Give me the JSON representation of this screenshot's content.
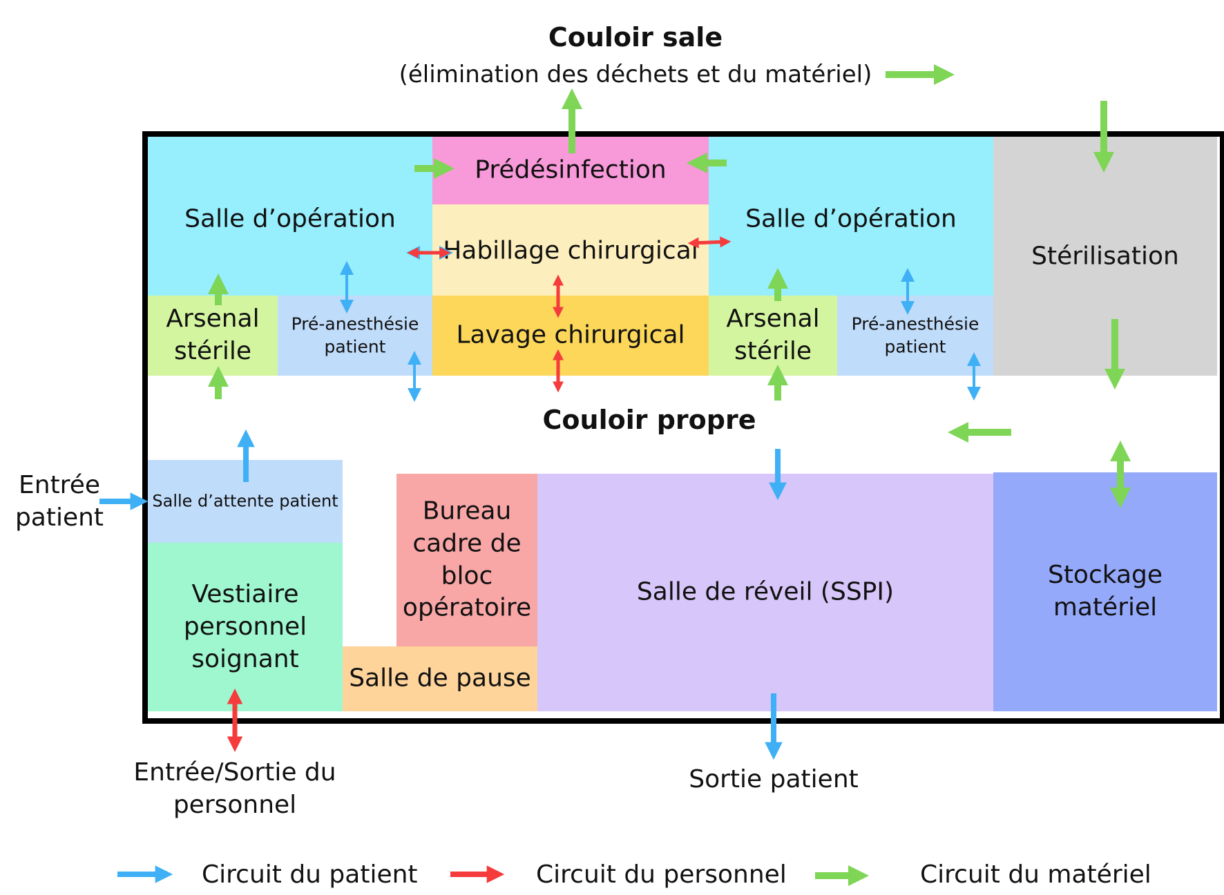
{
  "title": {
    "main": "Couloir sale",
    "sub": "(élimination des déchets et du matériel)"
  },
  "rooms": {
    "predesinfection": "Prédésinfection",
    "salle_op_left": "Salle d’opération",
    "salle_op_right": "Salle d’opération",
    "habillage": "Habillage chirurgical",
    "lavage": "Lavage chirurgical",
    "arsenal_left_1": "Arsenal",
    "arsenal_left_2": "stérile",
    "arsenal_right_1": "Arsenal",
    "arsenal_right_2": "stérile",
    "preanest_left_1": "Pré-anesthésie",
    "preanest_left_2": "patient",
    "preanest_right_1": "Pré-anesthésie",
    "preanest_right_2": "patient",
    "sterilisation": "Stérilisation",
    "couloir_propre": "Couloir propre",
    "salle_attente": "Salle d’attente patient",
    "vestiaire_1": "Vestiaire",
    "vestiaire_2": "personnel",
    "vestiaire_3": "soignant",
    "bureau_1": "Bureau",
    "bureau_2": "cadre de",
    "bureau_3": "bloc",
    "bureau_4": "opératoire",
    "pause": "Salle de pause",
    "reveil": "Salle de réveil (SSPI)",
    "stockage": "Stockage matériel"
  },
  "outside": {
    "entree_patient_1": "Entrée",
    "entree_patient_2": "patient",
    "entree_sortie_1": "Entrée/Sortie du",
    "entree_sortie_2": "personnel",
    "sortie_patient": "Sortie patient"
  },
  "legend": {
    "patient": "Circuit du patient",
    "personnel": "Circuit du personnel",
    "materiel": "Circuit du matériel"
  },
  "colors": {
    "patient_arrow": "#3fb0f5",
    "personnel_arrow": "#f53b3b",
    "materiel_arrow": "#7ed556",
    "salle_op": "#97eefc",
    "predesinfection": "#f899d9",
    "habillage": "#fdefbd",
    "lavage": "#fcd75a",
    "arsenal": "#d4f59f",
    "preanest": "#c0dcfb",
    "sterilisation": "#d4d4d4",
    "salle_attente": "#c0dcfb",
    "vestiaire": "#9ff7cf",
    "bureau": "#f8a6a6",
    "pause": "#fed49b",
    "reveil": "#d6c6f9",
    "stockage": "#95a9fb",
    "frame": "#000000"
  }
}
